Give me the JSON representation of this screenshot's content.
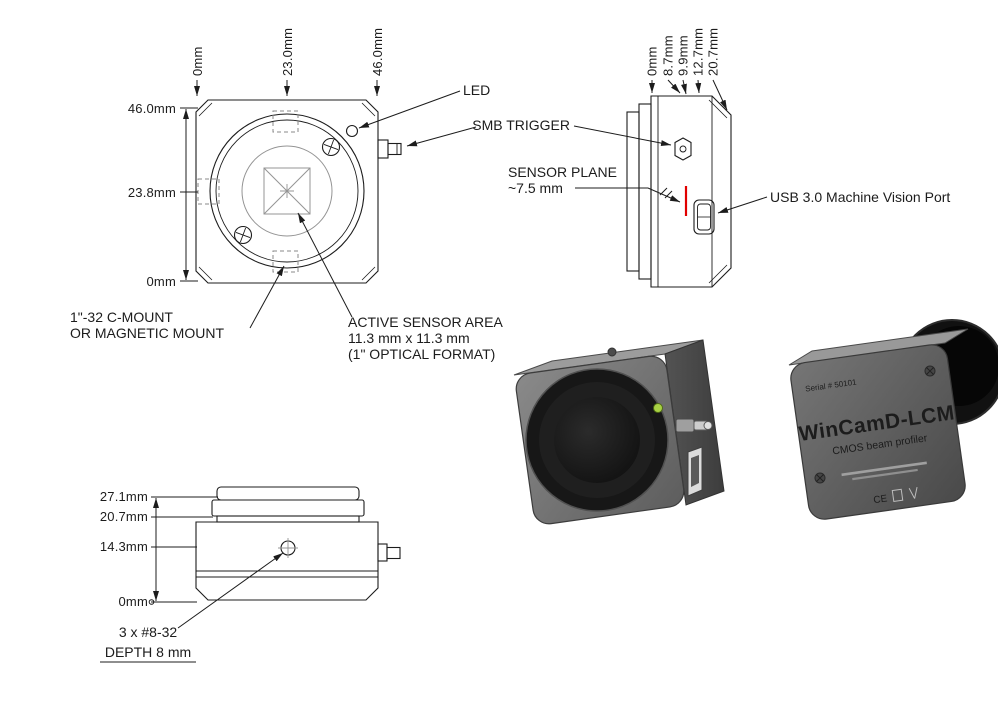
{
  "front_view": {
    "dims_top": [
      "0mm",
      "23.0mm",
      "46.0mm"
    ],
    "dims_left": [
      "46.0mm",
      "23.8mm",
      "0mm"
    ],
    "led_label": "LED",
    "mount_label": [
      "1\"-32 C-MOUNT",
      "OR MAGNETIC MOUNT"
    ],
    "sensor_label": [
      "ACTIVE SENSOR AREA",
      "11.3 mm x 11.3 mm",
      "(1\" OPTICAL FORMAT)"
    ]
  },
  "side_view": {
    "dims_top": [
      "0mm",
      "8.7mm",
      "9.9mm",
      "12.7mm",
      "20.7mm"
    ],
    "smb_label": "SMB TRIGGER",
    "sensor_plane_label": [
      "SENSOR PLANE",
      "~7.5 mm"
    ],
    "usb_label": "USB 3.0 Machine Vision Port"
  },
  "profile_view": {
    "dims_left": [
      "27.1mm",
      "20.7mm",
      "14.3mm",
      "0mm"
    ],
    "screw_label": [
      "3 x #8-32",
      "DEPTH 8 mm"
    ]
  },
  "render_back": {
    "serial": "Serial # 50101",
    "product": "WinCamD-LCM",
    "subtitle": "CMOS beam profiler",
    "cert": "CE"
  },
  "colors": {
    "line": "#1c1c1c",
    "detail_gray": "#949494",
    "sensor_plane_red": "#e10000",
    "led_green": "#a8d144",
    "body_gray": "#6f6f6f",
    "lens_black": "#161616"
  }
}
